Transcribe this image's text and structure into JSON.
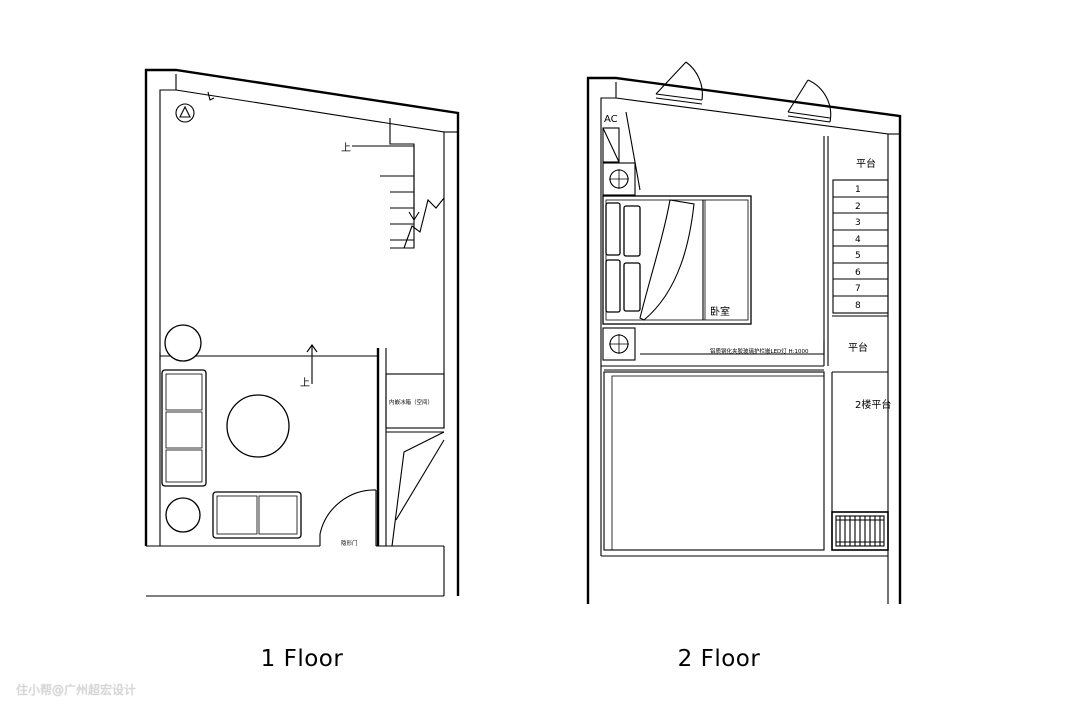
{
  "floor1": {
    "title": "1 Floor",
    "labels": {
      "up_stair": "上",
      "up_lower": "上",
      "fridge": "内嵌冰箱（空间）",
      "hidden_door": "隐形门"
    }
  },
  "floor2": {
    "title": "2 Floor",
    "labels": {
      "ac": "AC",
      "platform_top": "平台",
      "bedroom": "卧室",
      "platform_mid": "平台",
      "platform_2f": "2楼平台",
      "railing_note": "铝质钢化夹胶玻璃护栏嵌LED灯 H:1000"
    },
    "stair_steps": [
      "1",
      "2",
      "3",
      "4",
      "5",
      "6",
      "7",
      "8"
    ]
  },
  "watermark": "住小帮@广州超宏设计"
}
